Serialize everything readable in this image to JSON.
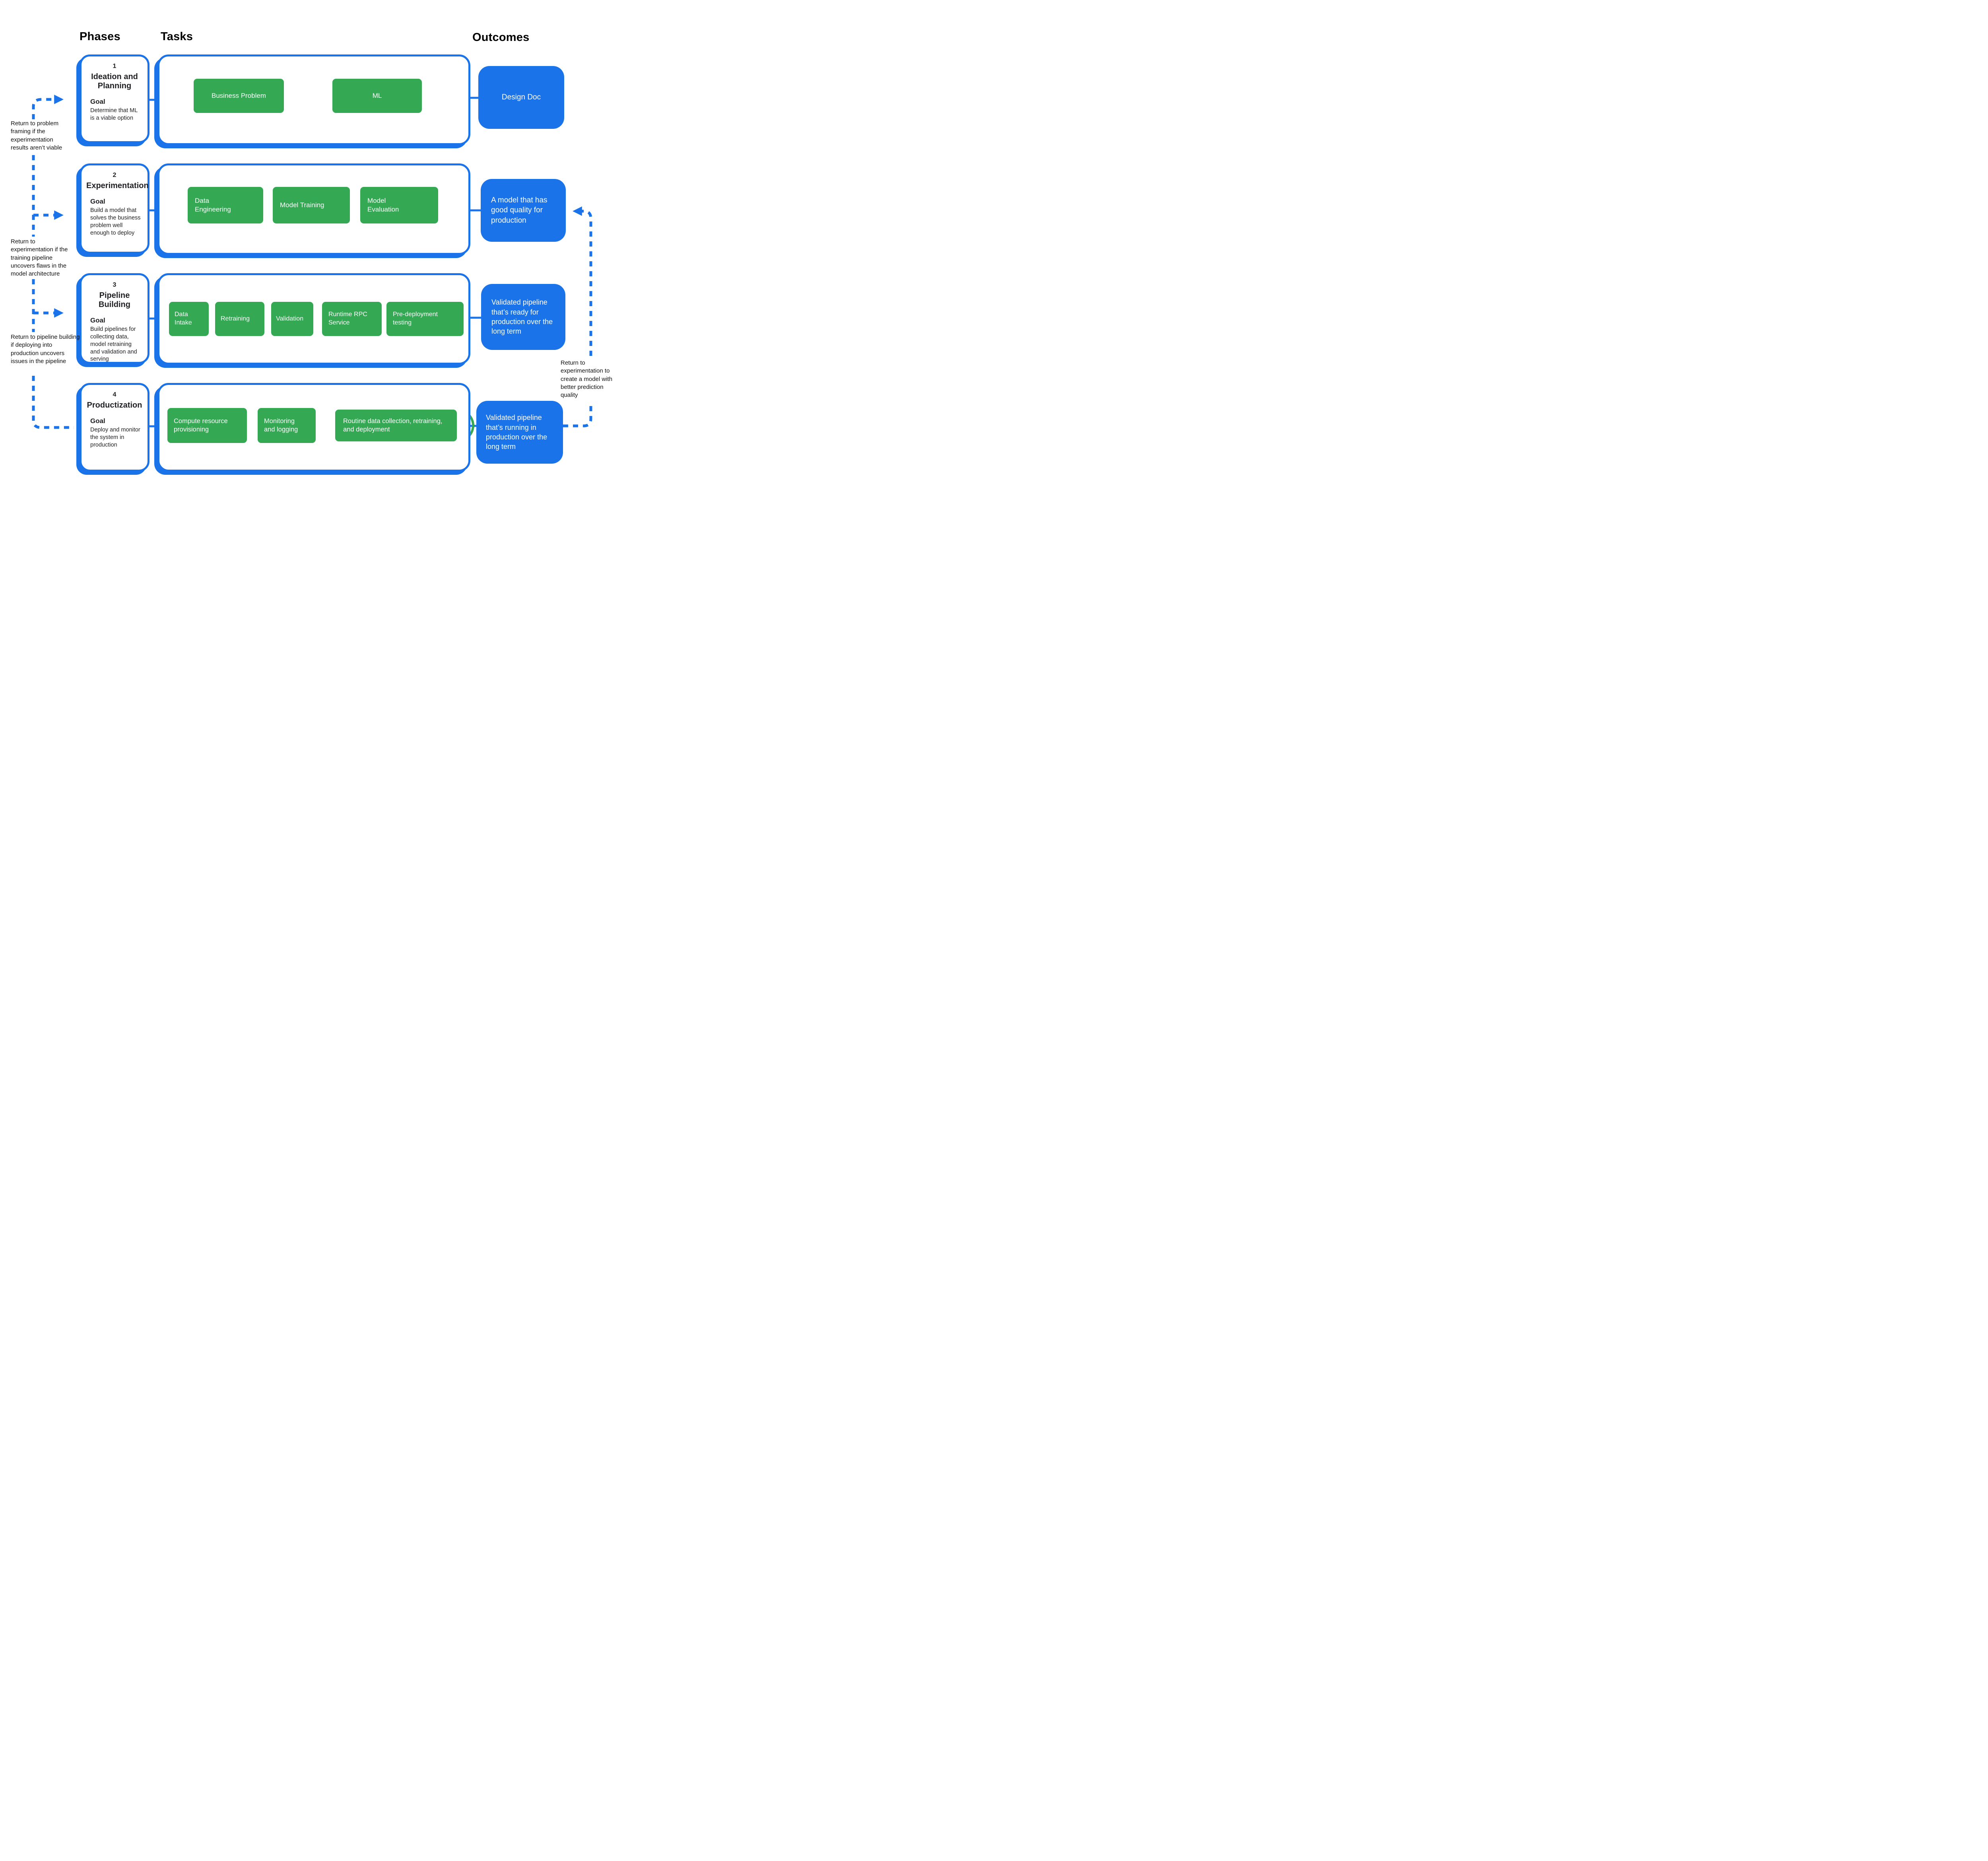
{
  "colors": {
    "accent_blue": "#1a73e8",
    "task_green": "#34a853",
    "text_black": "#202124"
  },
  "headers": {
    "phases": "Phases",
    "tasks": "Tasks",
    "outcomes": "Outcomes"
  },
  "phases": [
    {
      "number": "1",
      "title": "Ideation and Planning",
      "goal_label": "Goal",
      "goal_text": "Determine that ML is a viable option",
      "tasks": [
        "Business Problem",
        "ML"
      ],
      "outcome": "Design Doc"
    },
    {
      "number": "2",
      "title": "Experimentation",
      "goal_label": "Goal",
      "goal_text": "Build a model that solves the business problem well enough to deploy",
      "tasks": [
        "Data Engineering",
        "Model Training",
        "Model Evaluation"
      ],
      "outcome": "A model that has good quality for production"
    },
    {
      "number": "3",
      "title": "Pipeline Building",
      "goal_label": "Goal",
      "goal_text": "Build pipelines for collecting data, model retraining and validation and serving",
      "tasks": [
        "Data Intake",
        "Retraining",
        "Validation",
        "Runtime RPC Service",
        "Pre-deployment testing"
      ],
      "outcome": "Validated pipeline that’s ready for production over the long term"
    },
    {
      "number": "4",
      "title": "Productization",
      "goal_label": "Goal",
      "goal_text": "Deploy and monitor the system in production",
      "tasks": [
        "Compute resource provisioning",
        "Monitoring and logging",
        "Routine data collection, retraining, and deployment"
      ],
      "outcome": "Validated pipeline that’s running in production over the long term"
    }
  ],
  "feedback_notes": [
    "Return to problem framing if the experimentation results aren’t viable",
    "Return to experimentation if the training pipeline uncovers flaws in the model architecture",
    "Return to pipeline building if deploying into production uncovers issues in the pipeline",
    "Return to experimentation to create a model with better prediction quality"
  ]
}
